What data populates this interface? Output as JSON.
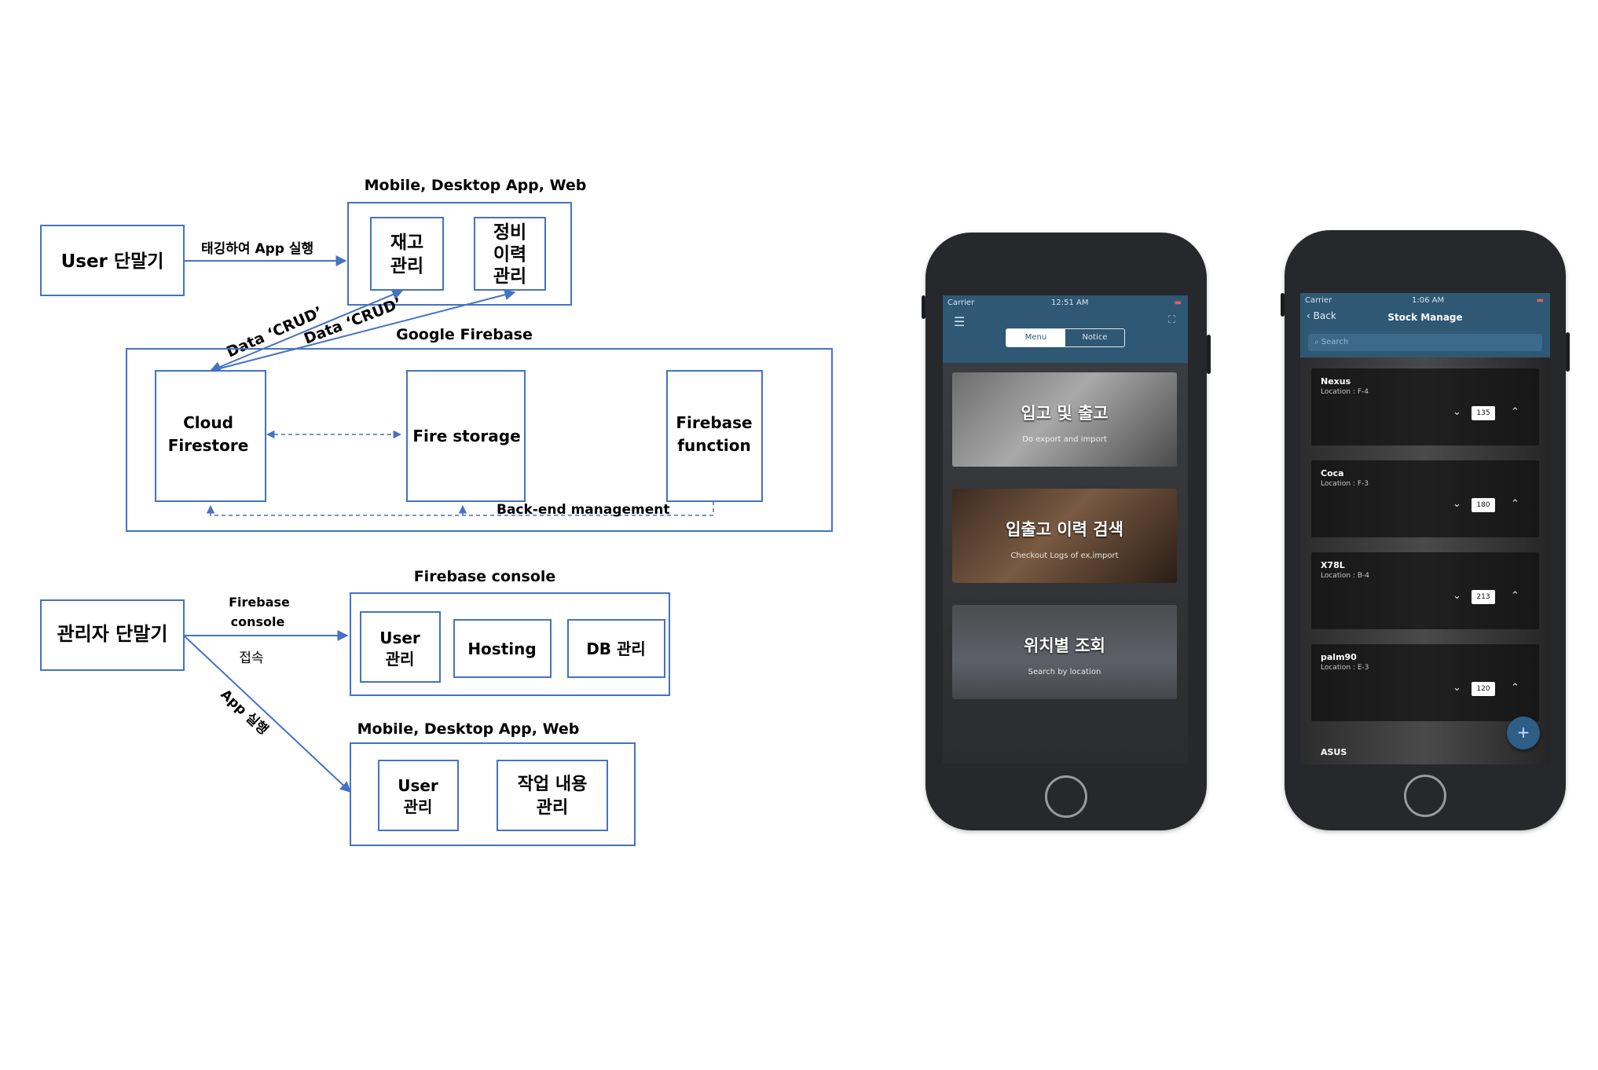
{
  "diagram": {
    "user_terminal": "User 단말기",
    "tagging_label": "태깅하여 App 실행",
    "top_app_title": "Mobile, Desktop App, Web",
    "inventory_mgmt": [
      "재고",
      "관리"
    ],
    "maintenance_mgmt": [
      "정비",
      "이력",
      "관리"
    ],
    "crud_label_1": "Data ‘CRUD’",
    "crud_label_2": "Data ‘CRUD’",
    "google_firebase": "Google Firebase",
    "cloud_firestore": [
      "Cloud",
      "Firestore"
    ],
    "fire_storage": "Fire storage",
    "firebase_function": [
      "Firebase",
      "function"
    ],
    "backend_mgmt": "Back-end management",
    "admin_terminal": "관리자 단말기",
    "firebase_console_link": [
      "Firebase",
      "console"
    ],
    "access_label": "접속",
    "app_run_label": "App 실행",
    "firebase_console_title": "Firebase console",
    "console_user_mgmt": [
      "User",
      "관리"
    ],
    "hosting": "Hosting",
    "db_mgmt": "DB 관리",
    "bottom_app_title": "Mobile, Desktop App, Web",
    "bottom_user_mgmt": [
      "User",
      "관리"
    ],
    "work_content_mgmt": [
      "작업 내용",
      "관리"
    ],
    "line_color": "#4472c4"
  },
  "phone_menu": {
    "carrier": "Carrier",
    "time": "12:51 AM",
    "segment_menu": "Menu",
    "segment_notice": "Notice",
    "items": [
      {
        "title": "입고 및 출고",
        "subtitle": "Do export and import"
      },
      {
        "title": "입출고 이력 검색",
        "subtitle": "Checkout Logs of ex,import"
      },
      {
        "title": "위치별 조회",
        "subtitle": "Search by location"
      }
    ]
  },
  "phone_stock": {
    "carrier": "Carrier",
    "time": "1:06 AM",
    "back": "Back",
    "title": "Stock Manage",
    "search_placeholder": "Search",
    "items": [
      {
        "name": "Nexus",
        "location": "Location : F-4",
        "qty": "135"
      },
      {
        "name": "Coca",
        "location": "Location : F-3",
        "qty": "180"
      },
      {
        "name": "X78L",
        "location": "Location : B-4",
        "qty": "213"
      },
      {
        "name": "palm90",
        "location": "Location : E-3",
        "qty": "120"
      }
    ],
    "last_item": "ASUS",
    "fab": "+",
    "accent": "#2e5874"
  }
}
